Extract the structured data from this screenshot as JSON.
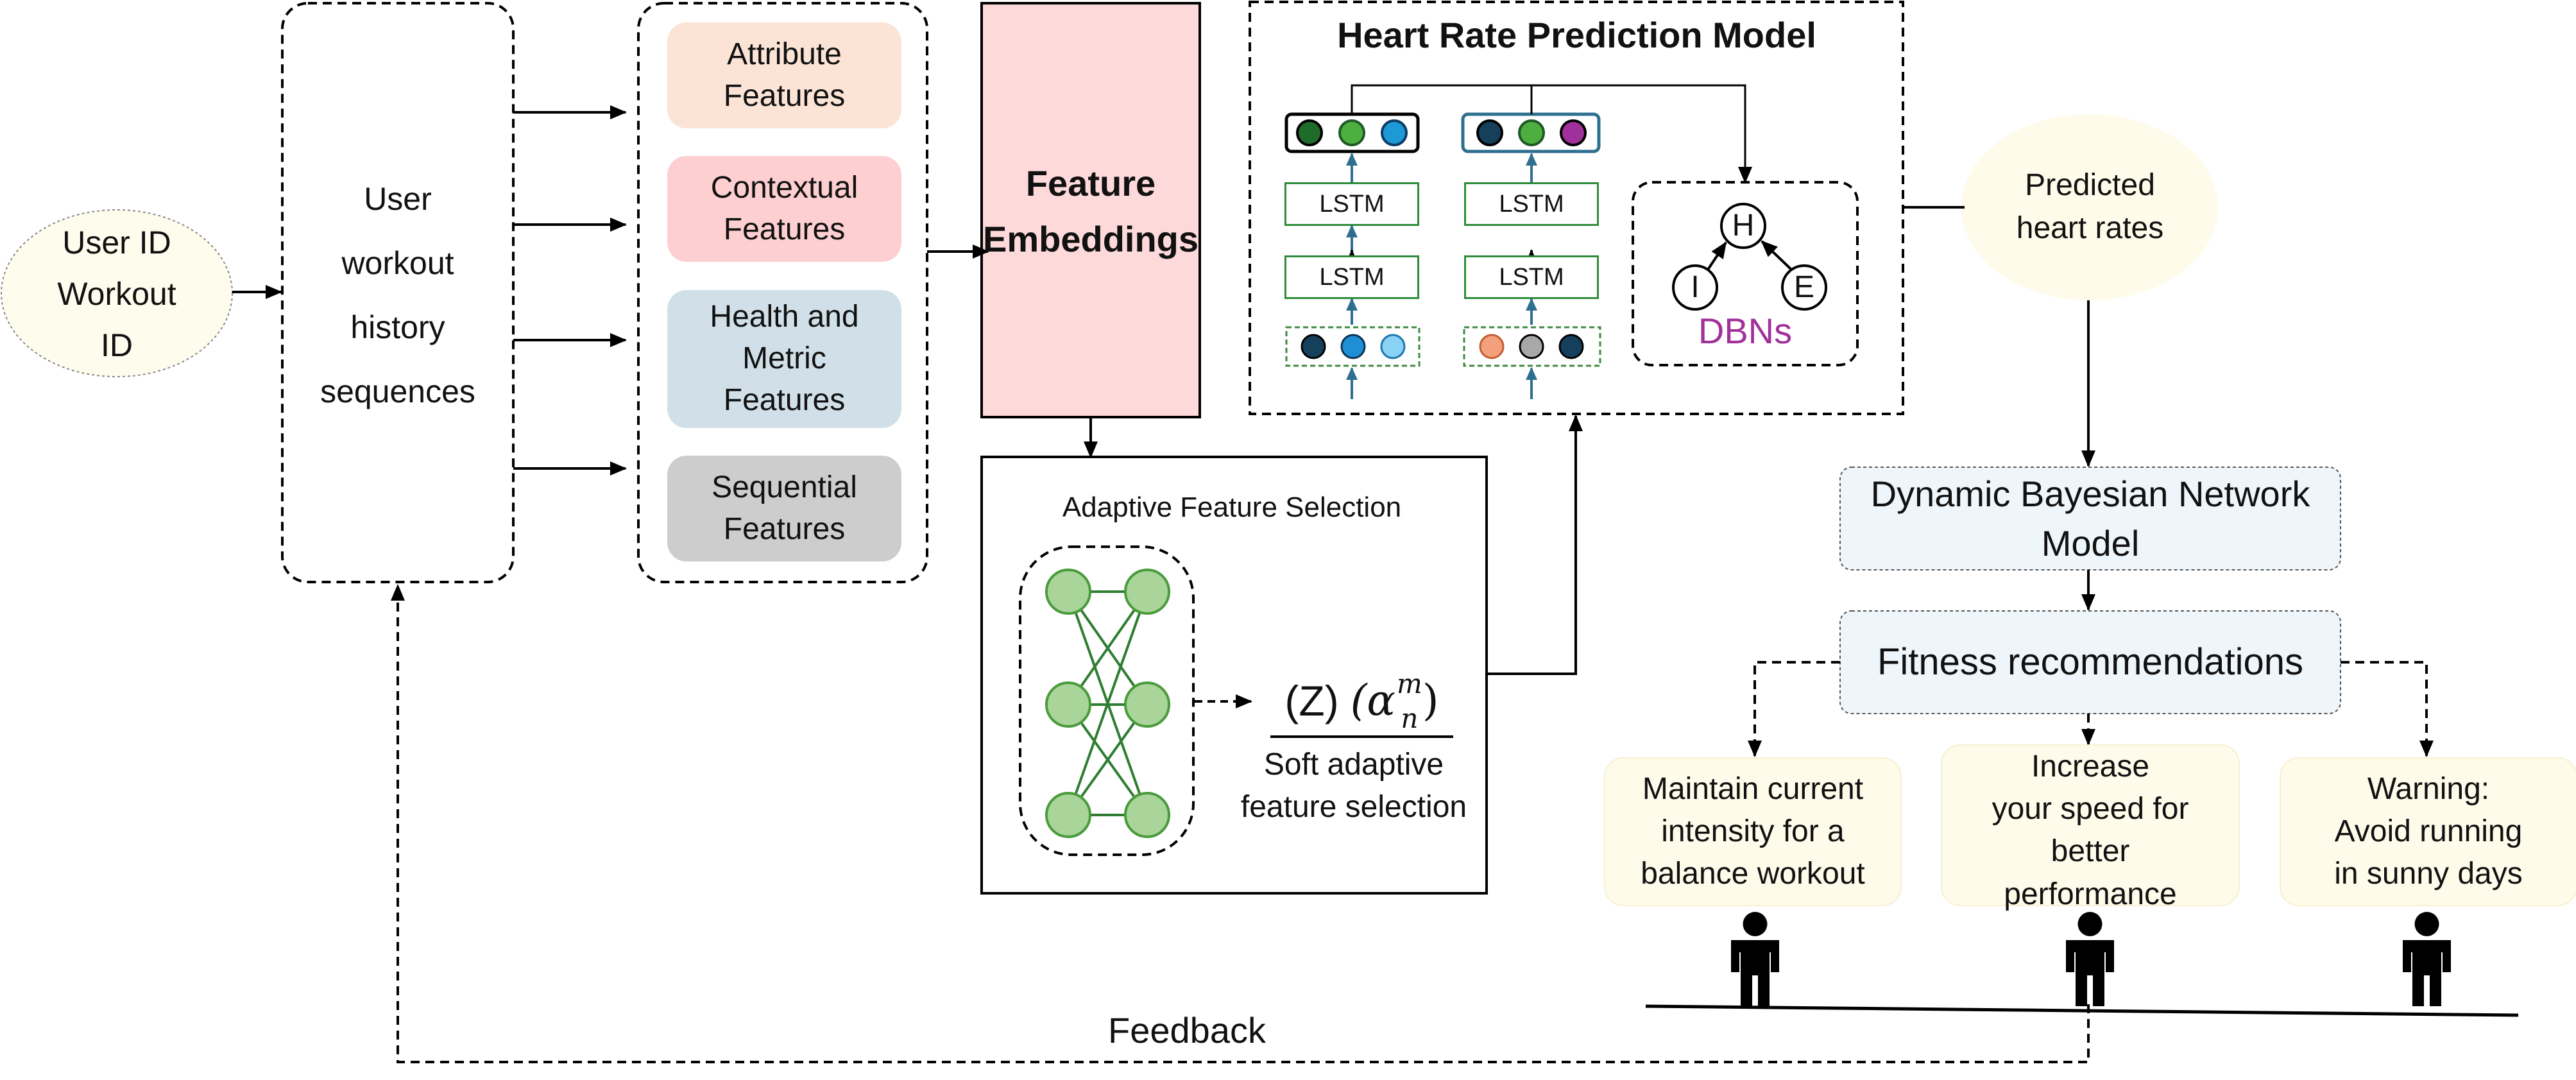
{
  "input": {
    "line1": "User ID",
    "line2": "Workout",
    "line3": "ID"
  },
  "history": {
    "line1": "User",
    "line2": "workout",
    "line3": "history",
    "line4": "sequences"
  },
  "features": [
    {
      "line1": "Attribute",
      "line2": "Features",
      "color": "#fbe4d6"
    },
    {
      "line1": "Contextual",
      "line2": "Features",
      "color": "#fdcfd0"
    },
    {
      "line1": "Health and",
      "line2": "Metric",
      "line3": "Features",
      "color": "#d1e0e8"
    },
    {
      "line1": "Sequential",
      "line2": "Features",
      "color": "#cdcdcd"
    }
  ],
  "embeddings": {
    "line1": "Feature",
    "line2": "Embeddings",
    "color": "#fdd9da"
  },
  "selection": {
    "title": "Adaptive Feature Selection",
    "formula_z": "(Z)",
    "formula_alpha": "(α",
    "formula_sub": "n",
    "formula_sup": "m",
    "formula_close": ")",
    "caption1": "Soft adaptive",
    "caption2": "feature selection"
  },
  "model": {
    "title": "Heart Rate Prediction Model",
    "lstm_label": "LSTM",
    "dbn_nodes": {
      "h": "H",
      "i": "I",
      "e": "E"
    },
    "dbn_label": "DBNs",
    "dbn_color": "#a0309a"
  },
  "predicted": {
    "line1": "Predicted",
    "line2": "heart rates"
  },
  "dbn_model": {
    "line1": "Dynamic Bayesian Network",
    "line2": "Model"
  },
  "fitness": {
    "label": "Fitness recommendations"
  },
  "recommendations": [
    {
      "line1": "Maintain current",
      "line2": "intensity for a",
      "line3": "balance workout"
    },
    {
      "line1": "Increase",
      "line2": "your speed for",
      "line3": "better",
      "line4": "performance"
    },
    {
      "line1": "Warning:",
      "line2": "Avoid running",
      "line3": "in sunny days"
    }
  ],
  "feedback": {
    "label": "Feedback"
  },
  "icons": [
    "person-icon",
    "person-icon",
    "person-icon"
  ]
}
